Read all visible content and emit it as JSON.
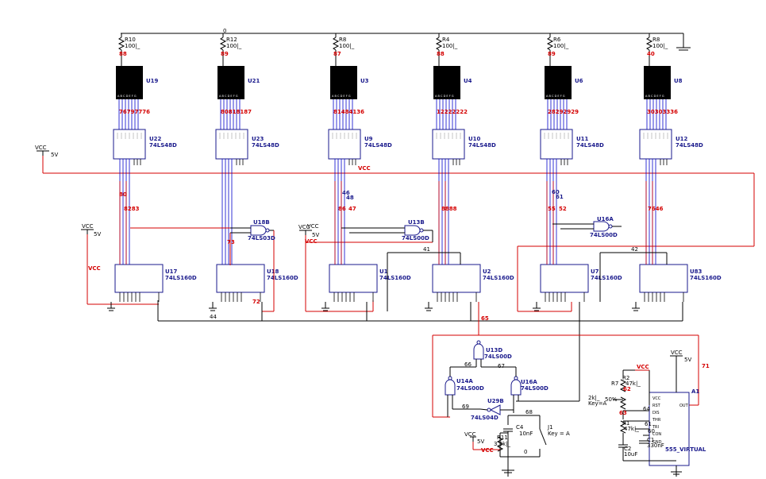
{
  "colors": {
    "wire": "#000000",
    "power_wire": "#d40000",
    "bus_wire": "#0000cc",
    "part_outline": "#1a1a8c",
    "label_blue": "#1a1a8c",
    "label_red": "#d40000",
    "display_fill": "#000000"
  },
  "top_rail_net": "0",
  "displays": [
    {
      "ref": "U19",
      "res_ref": "R10",
      "res_val": "100|_",
      "net": "88",
      "pins_label": "A B C D E F G",
      "net_labels": "76797776"
    },
    {
      "ref": "U21",
      "res_ref": "R12",
      "res_val": "100|_",
      "net": "89",
      "pins_label": "A B C D E F G",
      "net_labels": "80818187"
    },
    {
      "ref": "U3",
      "res_ref": "R8",
      "res_val": "100|_",
      "net": "87",
      "pins_label": "A B C D E F G",
      "net_labels": "81484136"
    },
    {
      "ref": "U4",
      "res_ref": "R4",
      "res_val": "100|_",
      "net": "88",
      "pins_label": "A B C D E F G",
      "net_labels": "12222222"
    },
    {
      "ref": "U6",
      "res_ref": "R6",
      "res_val": "100|_",
      "net": "89",
      "pins_label": "A B C D E F G",
      "net_labels": "28292929"
    },
    {
      "ref": "U8",
      "res_ref": "R8",
      "res_val": "100|_",
      "net": "40",
      "pins_label": "A B C D E F G",
      "net_labels": "30303336"
    }
  ],
  "decoders": [
    {
      "ref": "U22",
      "part": "74LS48D"
    },
    {
      "ref": "U23",
      "part": "74LS48D"
    },
    {
      "ref": "U9",
      "part": "74LS48D"
    },
    {
      "ref": "U10",
      "part": "74LS48D"
    },
    {
      "ref": "U11",
      "part": "74LS48D"
    },
    {
      "ref": "U12",
      "part": "74LS48D"
    }
  ],
  "counters": [
    {
      "ref": "U17",
      "part": "74LS160D"
    },
    {
      "ref": "U18",
      "part": "74LS160D"
    },
    {
      "ref": "U1",
      "part": "74LS160D"
    },
    {
      "ref": "U2",
      "part": "74LS160D"
    },
    {
      "ref": "U7",
      "part": "74LS160D"
    },
    {
      "ref": "U83",
      "part": "74LS160D"
    }
  ],
  "gates": [
    {
      "ref": "U18B",
      "part": "74LS03D"
    },
    {
      "ref": "U13B",
      "part": "74LS00D"
    },
    {
      "ref": "U16A",
      "part": "74LS00D"
    },
    {
      "ref": "U13D",
      "part": "74LS00D"
    },
    {
      "ref": "U14A",
      "part": "74LS00D"
    },
    {
      "ref": "U16A_b",
      "label": "U16A",
      "part": "74LS00D"
    },
    {
      "ref": "U29B",
      "part": "74LS04D"
    }
  ],
  "vcc_labels": [
    {
      "name": "VCC",
      "value": "5V"
    },
    {
      "name": "VCC",
      "value": "5V"
    },
    {
      "name": "VCC",
      "value": "5V"
    },
    {
      "name": "VCC",
      "value": "5V"
    },
    {
      "name": "VCC",
      "value": "5V"
    }
  ],
  "red_vcc_labels": [
    "VCC",
    "VCC",
    "VCC",
    "VCC",
    "VCC"
  ],
  "net_labels": {
    "n80": "80",
    "n8283": "8283",
    "n46": "46",
    "n48": "48",
    "n86": "86",
    "n47": "47",
    "n8888": "8888",
    "n60": "60",
    "n61": "61",
    "n55": "55",
    "n52": "52",
    "n7646": "7646",
    "n73": "73",
    "n72": "72",
    "n44": "44",
    "n41": "41",
    "n42": "42",
    "n65": "65",
    "n66": "66",
    "n67": "67",
    "n69": "69",
    "n68": "68",
    "n0_bottom": "0",
    "n64": "64",
    "n63": "63",
    "n62": "62",
    "n61b": "61",
    "n60b": "60",
    "n71": "71"
  },
  "timer": {
    "ref": "A1",
    "part": "555_VIRTUAL",
    "pins": [
      "VCC",
      "RST",
      "DIS",
      "THR",
      "TRI",
      "CON",
      "GND",
      "OUT"
    ],
    "vcc_label": "VCC",
    "vcc_value": "5V",
    "r2": {
      "ref": "R2",
      "value": "47k|_"
    },
    "r7": {
      "ref": "R7"
    },
    "pot": {
      "value": "2k|_",
      "key": "Key=A",
      "pct": "50%"
    },
    "r1": {
      "ref": "R1",
      "value": "47k|_"
    },
    "c2": {
      "ref": "C2",
      "value": "10uF"
    },
    "c1": {
      "ref": "C1",
      "value": "330nF"
    }
  },
  "switch_section": {
    "c4": {
      "ref": "C4",
      "value": "10nF"
    },
    "r11": {
      "ref": "R11",
      "value": "3.3k|_"
    },
    "j1": {
      "ref": "J1",
      "key": "Key = A"
    },
    "vcc_label": "VCC",
    "vcc_value": "5V",
    "vcc_red": "VCC",
    "gnd_net": "0"
  }
}
